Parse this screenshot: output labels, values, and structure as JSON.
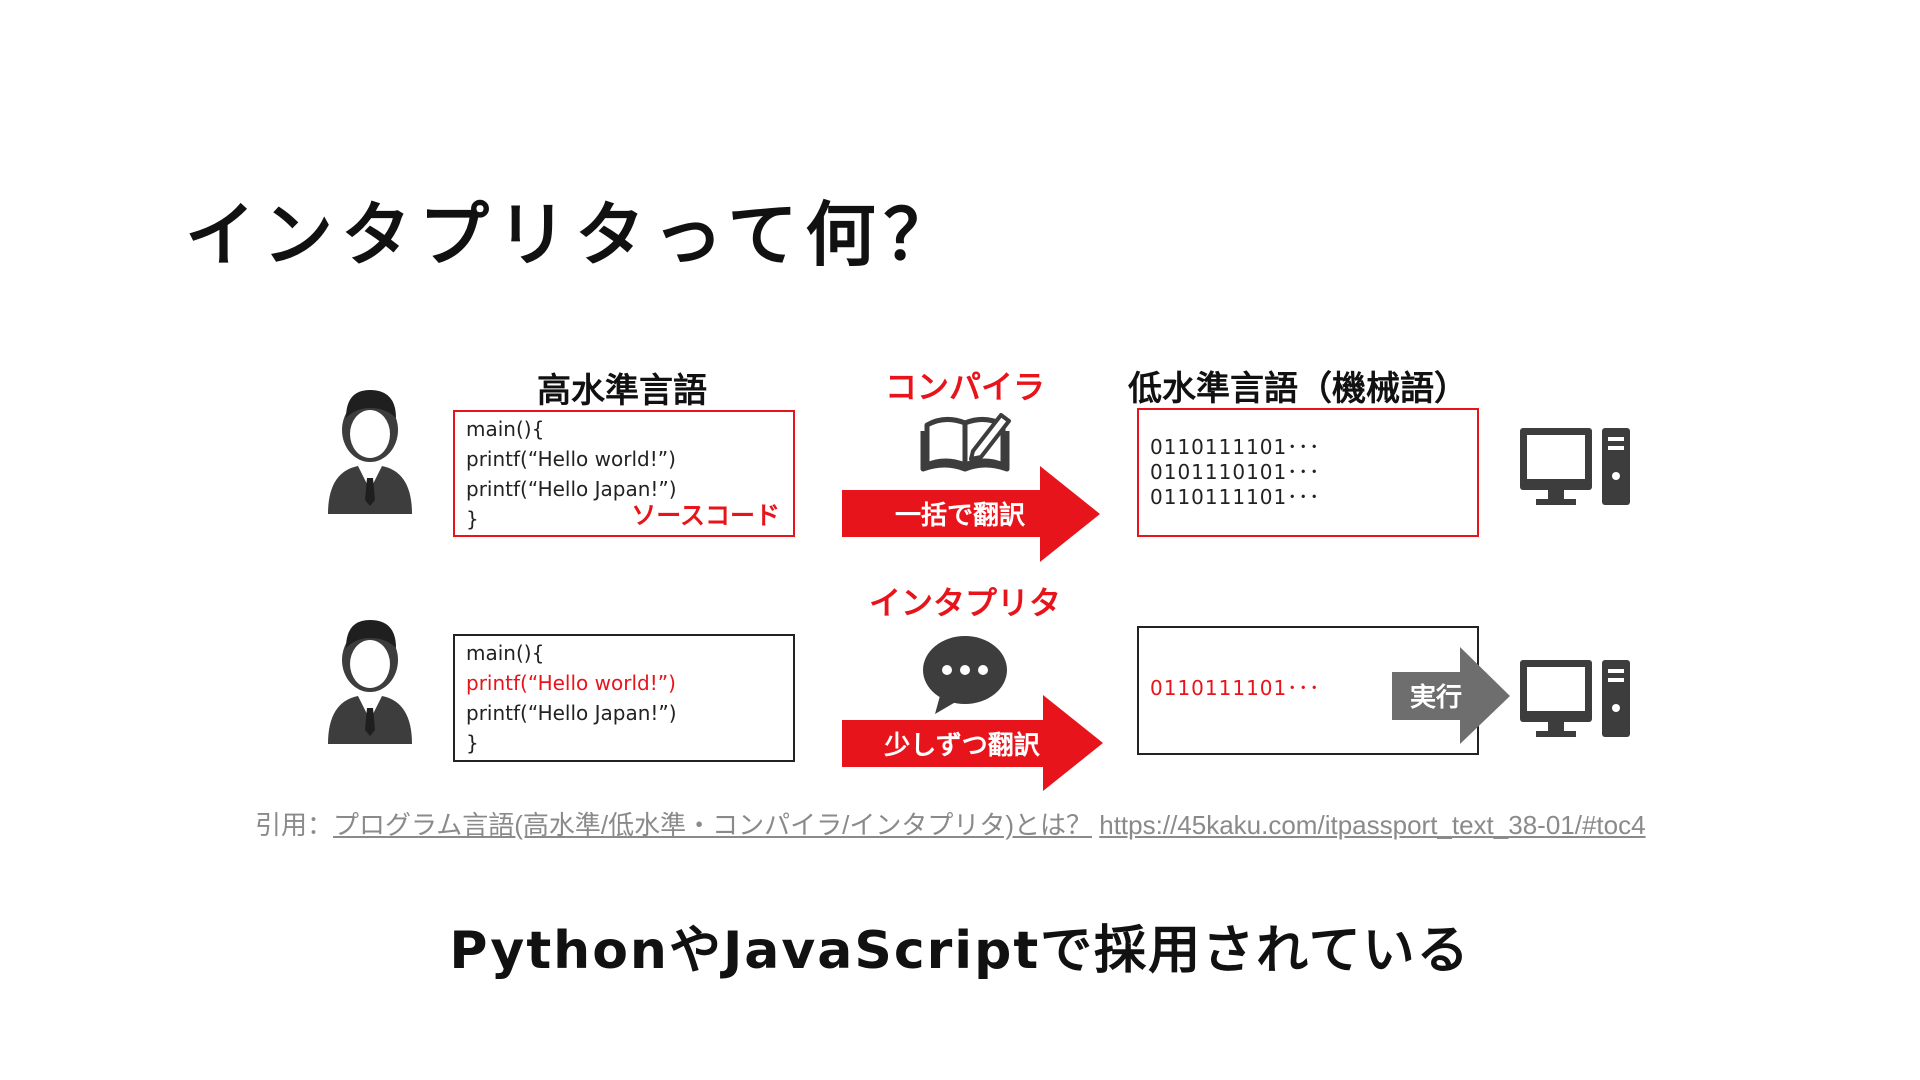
{
  "slide": {
    "title": "インタプリタって何？",
    "subtitle": "PythonやJavaScriptで採用されている"
  },
  "diagram": {
    "high_level_label": "高水準言語",
    "low_level_label": "低水準言語（機械語）",
    "compiler": {
      "label": "コンパイラ",
      "arrow_label": "一括で翻訳",
      "source_code_label": "ソースコード",
      "code_lines": [
        "main(){",
        "printf(“Hello world!”)",
        "printf(“Hello Japan!”)",
        "}"
      ],
      "binary_lines": [
        "0110111101･･･",
        "0101110101･･･",
        "0110111101･･･"
      ]
    },
    "interpreter": {
      "label": "インタプリタ",
      "arrow_label": "少しずつ翻訳",
      "code_lines": [
        "main(){",
        "printf(“Hello world!”)",
        "printf(“Hello Japan!”)",
        "}"
      ],
      "binary_lines": [
        "0110111101･･･"
      ],
      "execute_label": "実行"
    },
    "colors": {
      "accent": "#e8141b",
      "dark_gray": "#3d3d3d",
      "arrow_gray": "#6e6e6e"
    }
  },
  "citation": {
    "prefix": "引用：",
    "link_text": "プログラム言語(高水準/低水準・コンパイラ/インタプリタ)とは？",
    "url": "https://45kaku.com/itpassport_text_38-01/#toc4"
  }
}
